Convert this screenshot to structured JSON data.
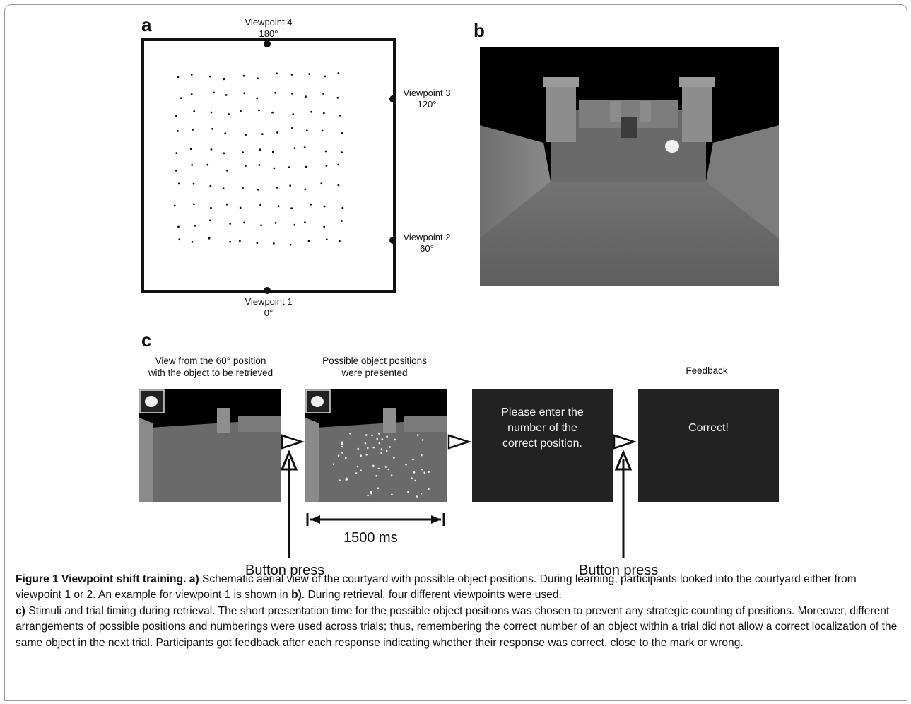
{
  "panels": {
    "a": {
      "letter": "a",
      "viewpoints": [
        {
          "name": "Viewpoint 4",
          "angle": "180°"
        },
        {
          "name": "Viewpoint 3",
          "angle": "120°"
        },
        {
          "name": "Viewpoint 2",
          "angle": "60°"
        },
        {
          "name": "Viewpoint 1",
          "angle": "0°"
        }
      ]
    },
    "b": {
      "letter": "b"
    },
    "c": {
      "letter": "c",
      "step1_caption": "View from the 60° position\nwith the object to be retrieved",
      "step2_caption": "Possible object positions\nwere presented",
      "step3_text": "Please enter the\nnumber of the\ncorrect position.",
      "step4_caption": "Feedback",
      "step4_text": "Correct!",
      "duration": "1500 ms",
      "button_press_1": "Button press",
      "button_press_2": "Button press"
    }
  },
  "caption": {
    "label": "Figure 1 Viewpoint shift training.",
    "part_a": "a)",
    "text_a": " Schematic aerial view of the courtyard with possible object positions. During learning, participants looked into the courtyard either from viewpoint 1 or 2. An example for viewpoint 1 is shown in ",
    "ref_b": "b)",
    "text_b": ". During retrieval, four different viewpoints were used.",
    "part_c": "c)",
    "text_c": " Stimuli and trial timing during retrieval. The short presentation time for the possible object positions was chosen to prevent any strategic counting of positions. Moreover, different arrangements of possible positions and numberings were used across trials; thus, remembering the correct number of an object within a trial did not allow a correct localization of the same object in the next trial. Participants got feedback after each response indicating whether their response was correct, close to the mark or wrong."
  }
}
